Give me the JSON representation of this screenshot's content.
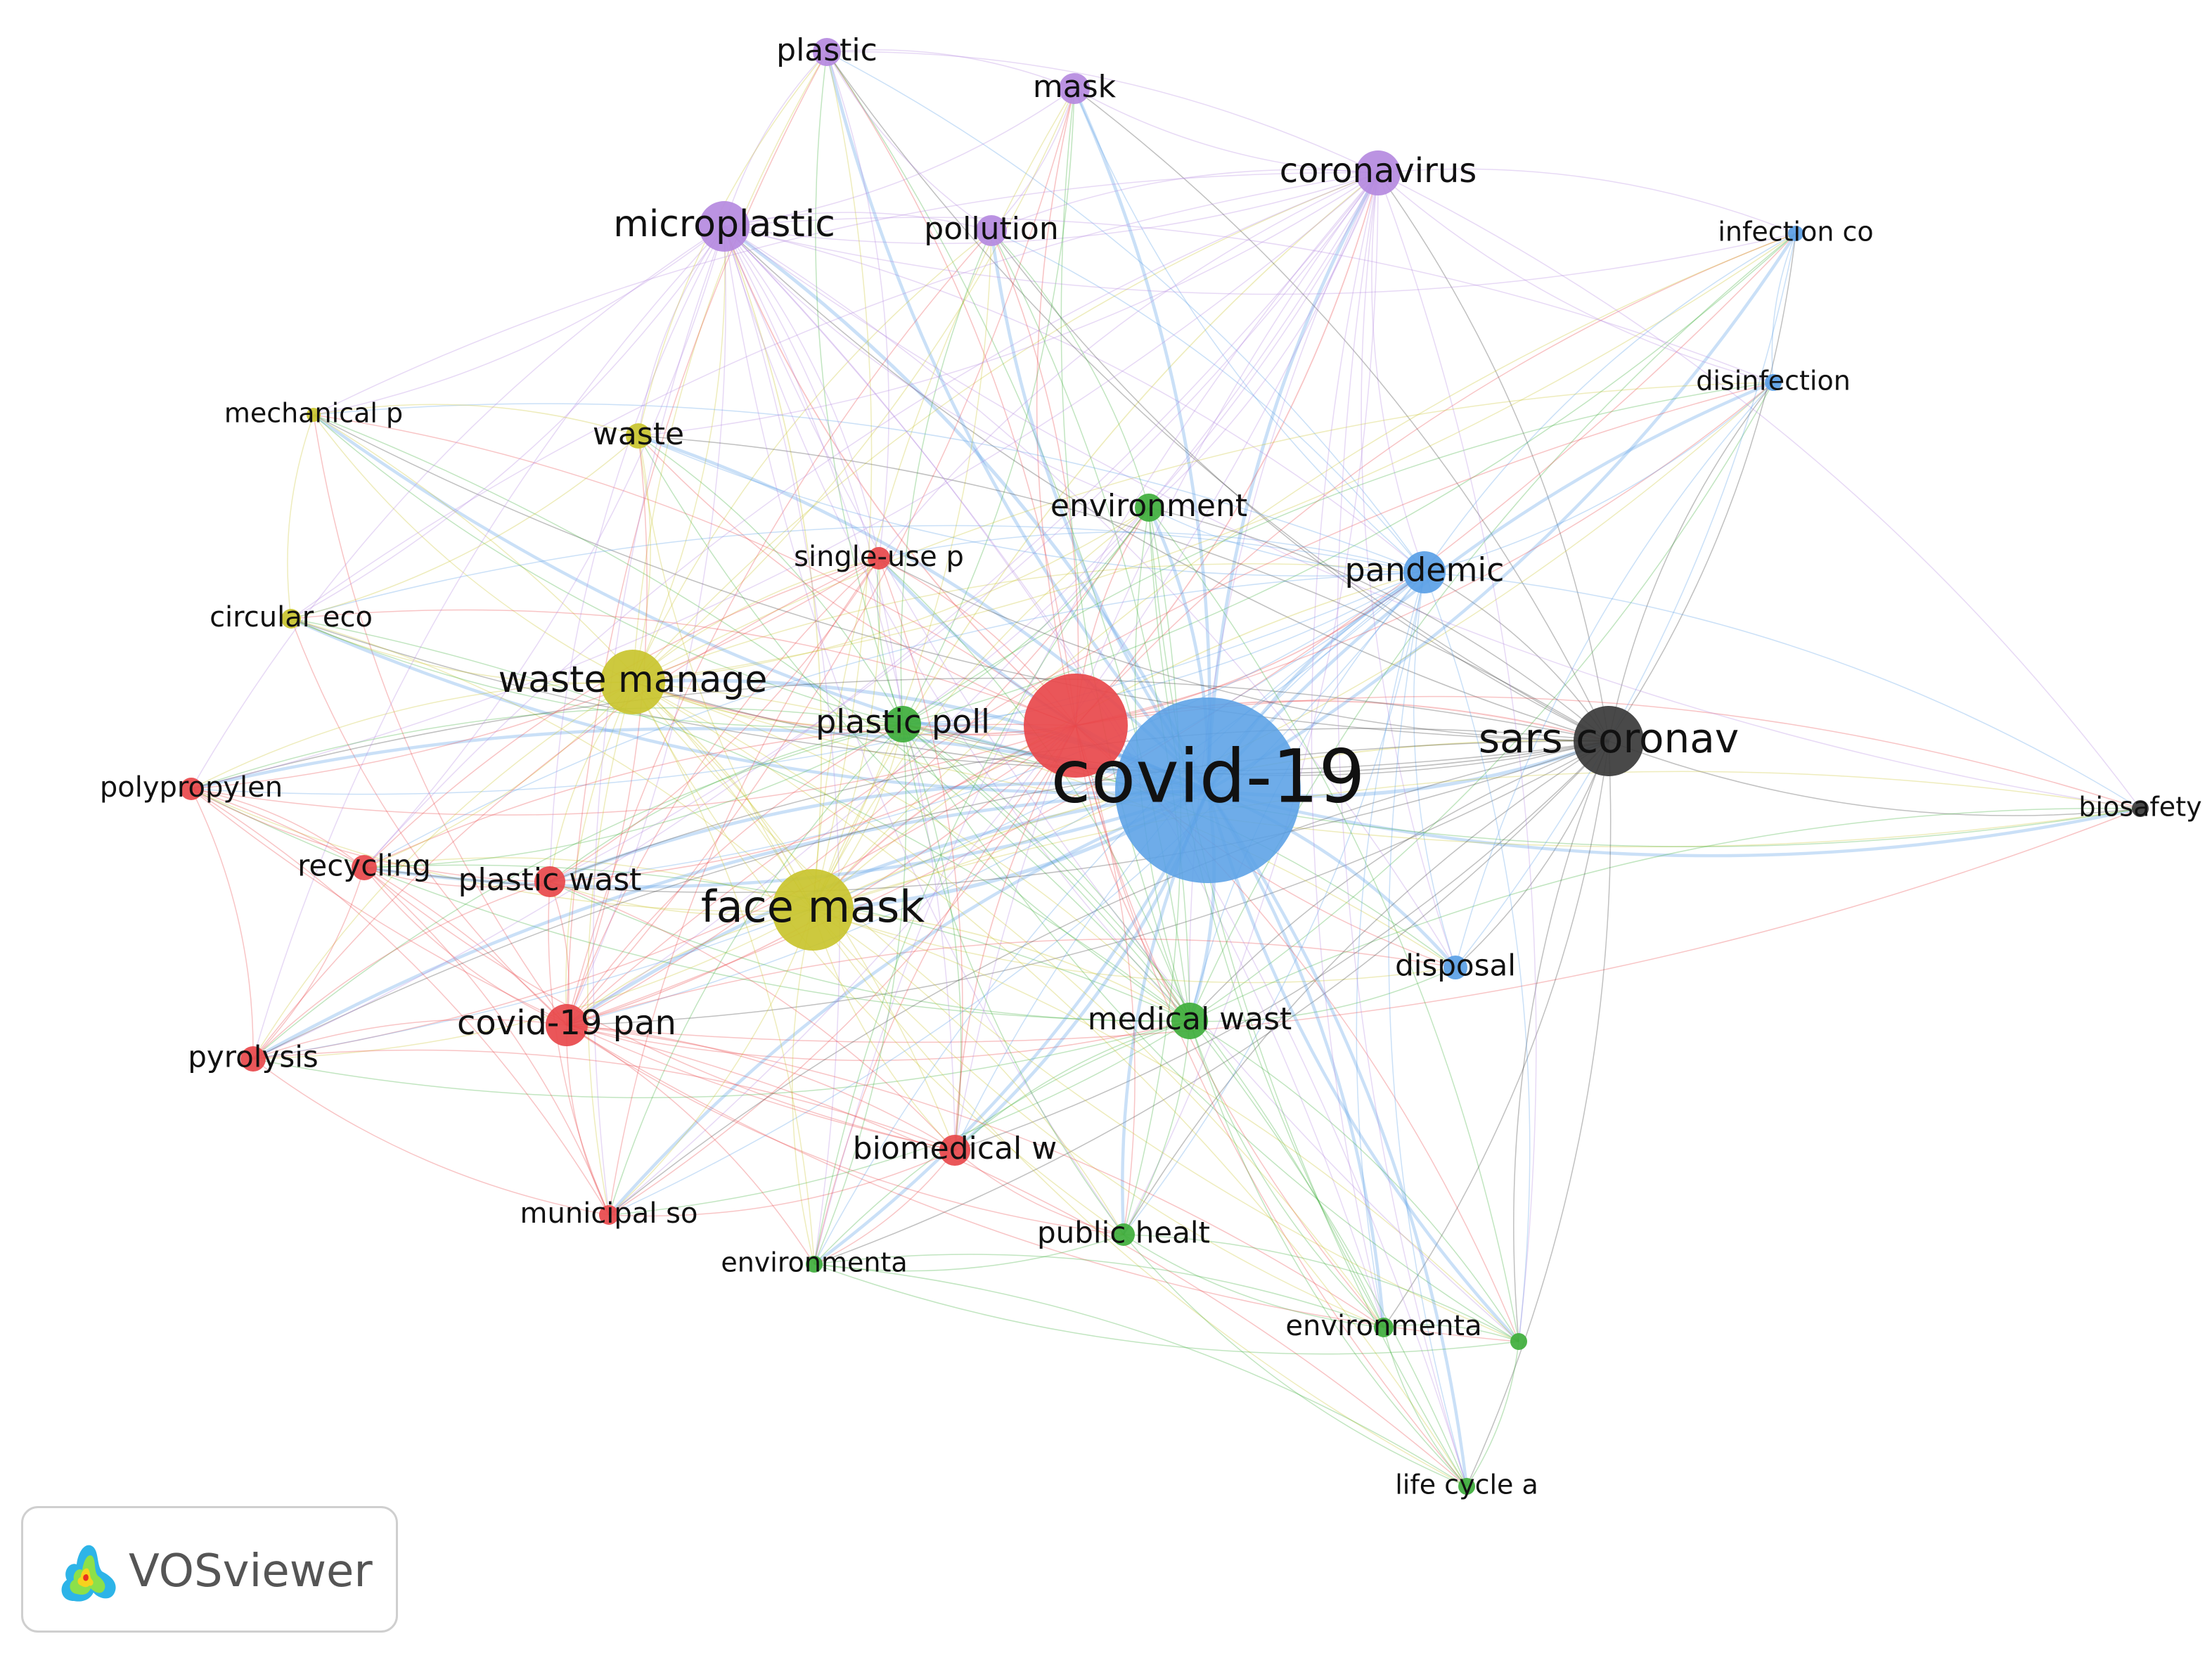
{
  "network": {
    "clusters": {
      "red": "#e8484b",
      "green": "#3fae3c",
      "blue": "#5aa0e6",
      "yellow": "#c9c42e",
      "purple": "#b58ae0",
      "black": "#3a3a3a"
    },
    "nodes": [
      {
        "id": "covid19",
        "label": "covid-19",
        "cluster": "blue",
        "weight": 100
      },
      {
        "id": "covid19_red",
        "label": "",
        "cluster": "red",
        "weight": 28
      },
      {
        "id": "sars",
        "label": "sars coronav",
        "cluster": "black",
        "weight": 22
      },
      {
        "id": "facemask",
        "label": "face mask",
        "cluster": "yellow",
        "weight": 26
      },
      {
        "id": "wastemanage",
        "label": "waste manage",
        "cluster": "yellow",
        "weight": 20
      },
      {
        "id": "microplastic",
        "label": "microplastic",
        "cluster": "purple",
        "weight": 16
      },
      {
        "id": "coronavirus",
        "label": "coronavirus",
        "cluster": "purple",
        "weight": 14
      },
      {
        "id": "plastic",
        "label": "plastic",
        "cluster": "purple",
        "weight": 9
      },
      {
        "id": "mask",
        "label": "mask",
        "cluster": "purple",
        "weight": 10
      },
      {
        "id": "pollution",
        "label": "pollution",
        "cluster": "purple",
        "weight": 10
      },
      {
        "id": "infection",
        "label": "infection co",
        "cluster": "blue",
        "weight": 6
      },
      {
        "id": "disinfection",
        "label": "disinfection",
        "cluster": "blue",
        "weight": 6
      },
      {
        "id": "pandemic",
        "label": "pandemic",
        "cluster": "blue",
        "weight": 14
      },
      {
        "id": "disposal",
        "label": "disposal",
        "cluster": "blue",
        "weight": 8
      },
      {
        "id": "biosafety",
        "label": "biosafety",
        "cluster": "black",
        "weight": 6
      },
      {
        "id": "mechanical",
        "label": "mechanical p",
        "cluster": "yellow",
        "weight": 5
      },
      {
        "id": "waste",
        "label": "waste",
        "cluster": "yellow",
        "weight": 9
      },
      {
        "id": "circular",
        "label": "circular eco",
        "cluster": "yellow",
        "weight": 7
      },
      {
        "id": "environment",
        "label": "environment",
        "cluster": "green",
        "weight": 10
      },
      {
        "id": "singleuse",
        "label": "single-use p",
        "cluster": "red",
        "weight": 8
      },
      {
        "id": "plasticpoll",
        "label": "plastic poll",
        "cluster": "green",
        "weight": 12
      },
      {
        "id": "polypropylen",
        "label": "polypropylen",
        "cluster": "red",
        "weight": 8
      },
      {
        "id": "recycling",
        "label": "recycling",
        "cluster": "red",
        "weight": 9
      },
      {
        "id": "plasticwast",
        "label": "plastic wast",
        "cluster": "red",
        "weight": 11
      },
      {
        "id": "covidpan",
        "label": "covid-19 pan",
        "cluster": "red",
        "weight": 14
      },
      {
        "id": "pyrolysis",
        "label": "pyrolysis",
        "cluster": "red",
        "weight": 9
      },
      {
        "id": "medicalwast",
        "label": "medical wast",
        "cluster": "green",
        "weight": 13
      },
      {
        "id": "biomedical",
        "label": "biomedical w",
        "cluster": "red",
        "weight": 11
      },
      {
        "id": "municipal",
        "label": "municipal so",
        "cluster": "red",
        "weight": 7
      },
      {
        "id": "environmenta1",
        "label": "environmenta",
        "cluster": "green",
        "weight": 6
      },
      {
        "id": "publichealt",
        "label": "public healt",
        "cluster": "green",
        "weight": 8
      },
      {
        "id": "environmenta2",
        "label": "environmenta",
        "cluster": "green",
        "weight": 7
      },
      {
        "id": "greendot",
        "label": "",
        "cluster": "green",
        "weight": 6
      },
      {
        "id": "lifecycle",
        "label": "life cycle a",
        "cluster": "green",
        "weight": 6
      }
    ]
  },
  "badge": {
    "brand": "VOSviewer",
    "logo_icon": "vosviewer-heatmap-icon"
  }
}
